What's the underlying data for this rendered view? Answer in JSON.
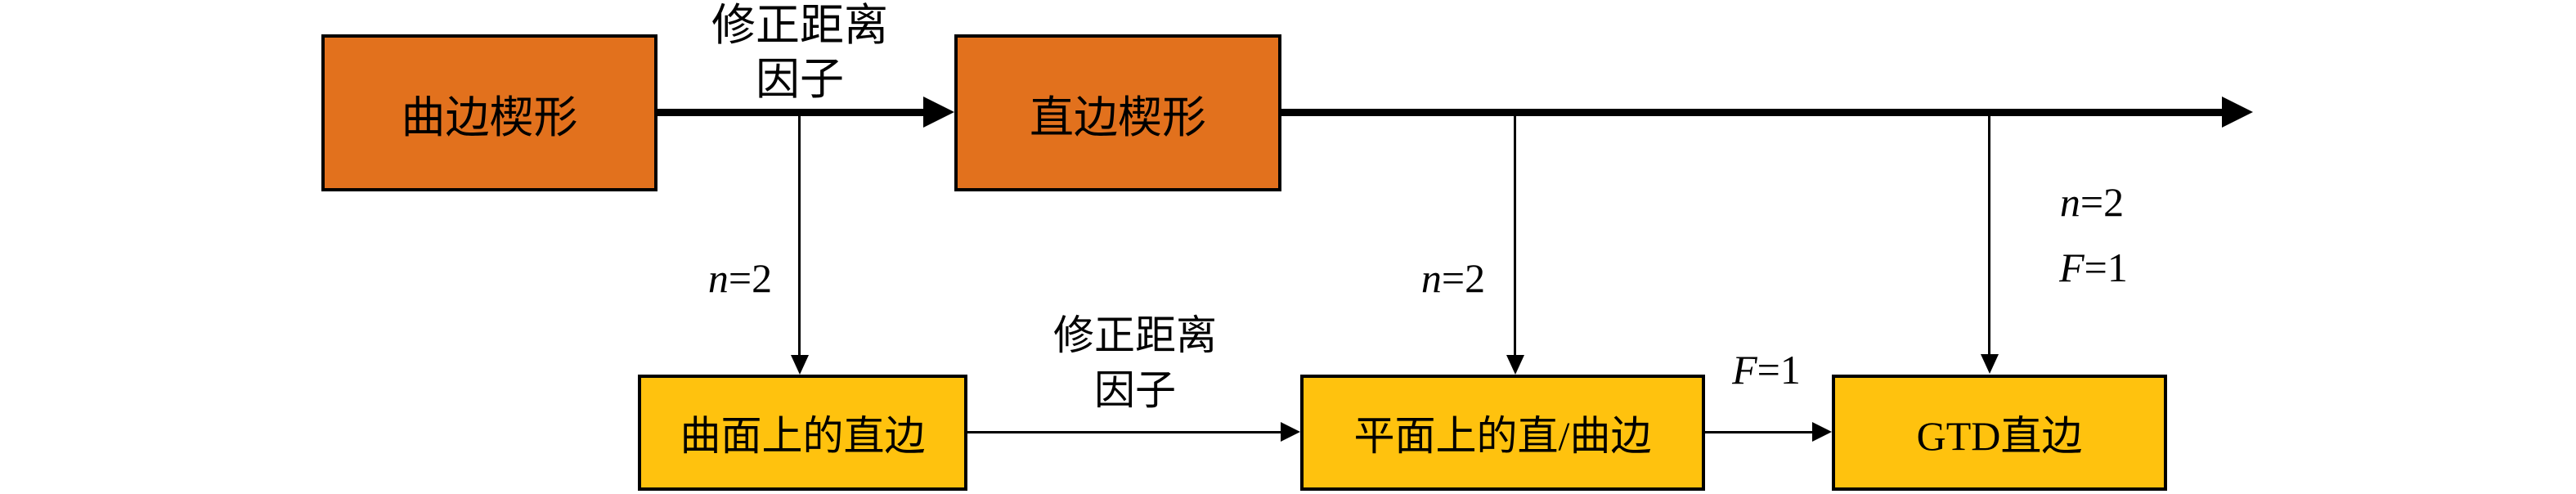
{
  "title": "GTD wedge diffraction model flowchart",
  "colors": {
    "top_box_fill": "#E2711D",
    "bottom_box_fill": "#FFC20E",
    "border_and_lines": "#000000",
    "background": "#FFFFFF"
  },
  "nodes": [
    {
      "id": "curved-edge-wedge",
      "label": "曲边楔形"
    },
    {
      "id": "straight-edge-wedge",
      "label": "直边楔形"
    },
    {
      "id": "straight-edge-on-curved-surface",
      "label": "曲面上的直边"
    },
    {
      "id": "straight-or-curved-edge-on-plane",
      "label": "平面上的直/曲边"
    },
    {
      "id": "gtd-straight-edge",
      "label": "GTD直边"
    }
  ],
  "labels": {
    "correction_top": {
      "line1": "修正距离",
      "line2": "因子"
    },
    "correction_bottom": {
      "line1": "修正距离",
      "line2": "因子"
    },
    "n2_left": {
      "var": "n",
      "rest": "=2"
    },
    "n2_mid": {
      "var": "n",
      "rest": "=2"
    },
    "n2_right": {
      "var": "n",
      "rest": "=2"
    },
    "f1_right": {
      "var": "F",
      "rest": "=1"
    },
    "f1_bottom": {
      "var": "F",
      "rest": "=1"
    }
  }
}
